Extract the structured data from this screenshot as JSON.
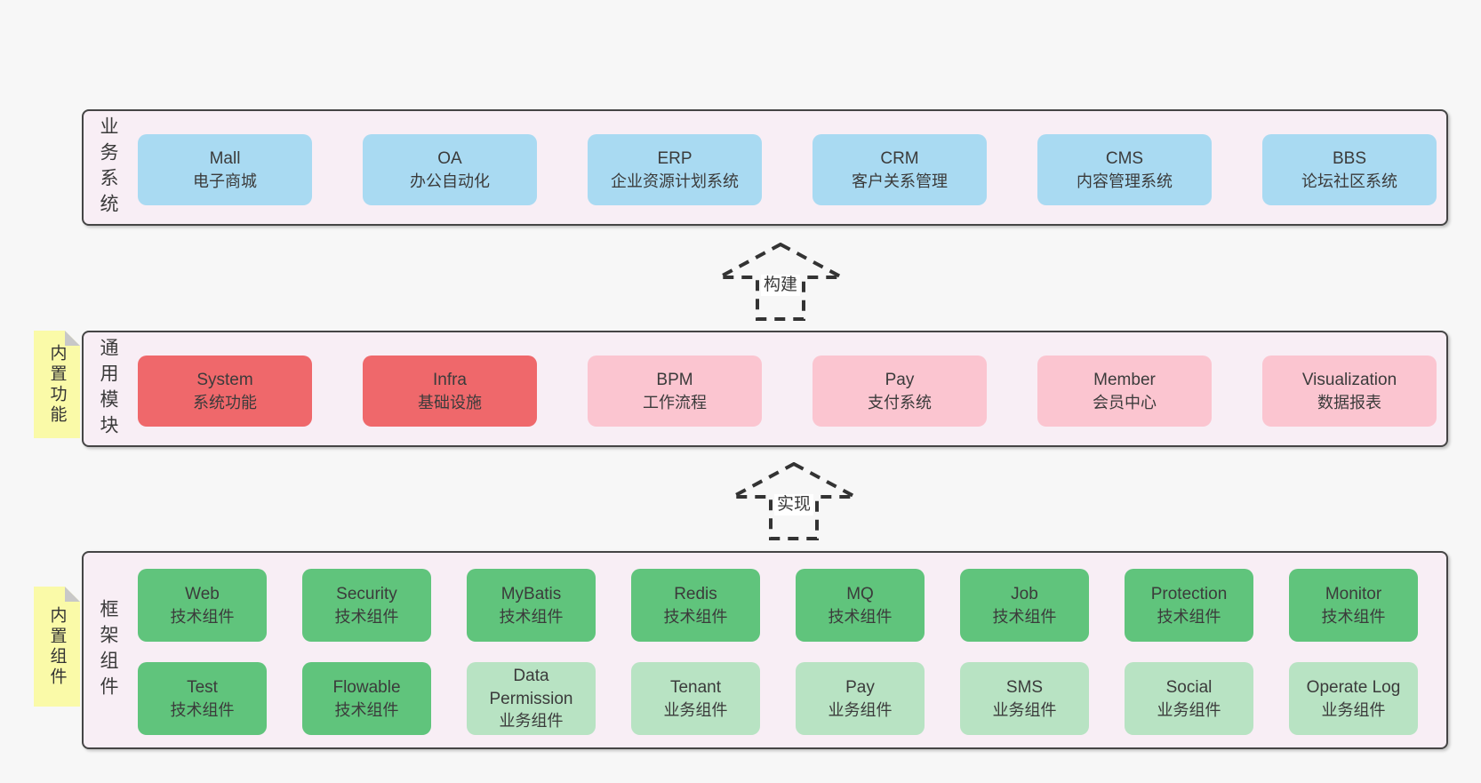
{
  "colors": {
    "page_bg": "#f7f7f7",
    "panel_bg": "#f8eef5",
    "panel_border": "#454545",
    "blue": "#a9daf2",
    "red": "#ef686b",
    "pink": "#fbc5d0",
    "green": "#60c47c",
    "light_green": "#b8e3c3",
    "yellow": "#fafaa8",
    "fold_gray": "#c8c8c8",
    "text": "#333333"
  },
  "arrows": [
    {
      "id": "build",
      "label": "构建"
    },
    {
      "id": "implement",
      "label": "实现"
    }
  ],
  "layers": [
    {
      "id": "business-systems",
      "label": "业务系统",
      "sticky": "",
      "boxes": [
        {
          "title": "Mall",
          "subtitle": "电子商城",
          "color": "blue"
        },
        {
          "title": "OA",
          "subtitle": "办公自动化",
          "color": "blue"
        },
        {
          "title": "ERP",
          "subtitle": "企业资源计划系统",
          "color": "blue"
        },
        {
          "title": "CRM",
          "subtitle": "客户关系管理",
          "color": "blue"
        },
        {
          "title": "CMS",
          "subtitle": "内容管理系统",
          "color": "blue"
        },
        {
          "title": "BBS",
          "subtitle": "论坛社区系统",
          "color": "blue"
        }
      ]
    },
    {
      "id": "common-modules",
      "label": "通用模块",
      "sticky": "内置功能",
      "boxes": [
        {
          "title": "System",
          "subtitle": "系统功能",
          "color": "red"
        },
        {
          "title": "Infra",
          "subtitle": "基础设施",
          "color": "red"
        },
        {
          "title": "BPM",
          "subtitle": "工作流程",
          "color": "pink"
        },
        {
          "title": "Pay",
          "subtitle": "支付系统",
          "color": "pink"
        },
        {
          "title": "Member",
          "subtitle": "会员中心",
          "color": "pink"
        },
        {
          "title": "Visualization",
          "subtitle": "数据报表",
          "color": "pink"
        }
      ]
    },
    {
      "id": "framework-components",
      "label": "框架组件",
      "sticky": "内置组件",
      "boxes": [
        {
          "title": "Web",
          "subtitle": "技术组件",
          "color": "green"
        },
        {
          "title": "Security",
          "subtitle": "技术组件",
          "color": "green"
        },
        {
          "title": "MyBatis",
          "subtitle": "技术组件",
          "color": "green"
        },
        {
          "title": "Redis",
          "subtitle": "技术组件",
          "color": "green"
        },
        {
          "title": "MQ",
          "subtitle": "技术组件",
          "color": "green"
        },
        {
          "title": "Job",
          "subtitle": "技术组件",
          "color": "green"
        },
        {
          "title": "Protection",
          "subtitle": "技术组件",
          "color": "green"
        },
        {
          "title": "Monitor",
          "subtitle": "技术组件",
          "color": "green"
        },
        {
          "title": "Test",
          "subtitle": "技术组件",
          "color": "green"
        },
        {
          "title": "Flowable",
          "subtitle": "技术组件",
          "color": "green"
        },
        {
          "title": "Data Permission",
          "subtitle": "业务组件",
          "color": "light_green"
        },
        {
          "title": "Tenant",
          "subtitle": "业务组件",
          "color": "light_green"
        },
        {
          "title": "Pay",
          "subtitle": "业务组件",
          "color": "light_green"
        },
        {
          "title": "SMS",
          "subtitle": "业务组件",
          "color": "light_green"
        },
        {
          "title": "Social",
          "subtitle": "业务组件",
          "color": "light_green"
        },
        {
          "title": "Operate Log",
          "subtitle": "业务组件",
          "color": "light_green"
        }
      ]
    }
  ]
}
